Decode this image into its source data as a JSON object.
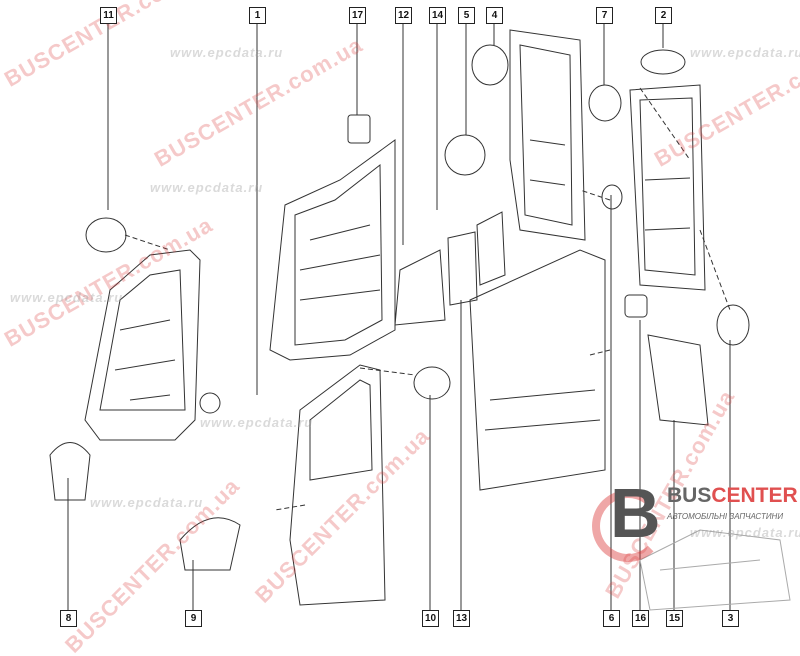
{
  "diagram": {
    "title_hidden": null,
    "callouts_top": [
      "11",
      "1",
      "17",
      "12",
      "14",
      "5",
      "4",
      "7",
      "2"
    ],
    "callouts_bottom": [
      "8",
      "9",
      "10",
      "13",
      "6",
      "16",
      "15",
      "3"
    ]
  },
  "watermarks": {
    "brand": "BUSCENTER.com.ua",
    "site": "www.epcdata.ru"
  },
  "logo": {
    "letter": "B",
    "name_part1": "BUS",
    "name_part2": "CENTER",
    "subtitle": "АВТОМОБІЛЬНІ ЗАПЧАСТИНИ"
  },
  "colors": {
    "watermark_red": "#dc3c3c",
    "line": "#222222"
  }
}
